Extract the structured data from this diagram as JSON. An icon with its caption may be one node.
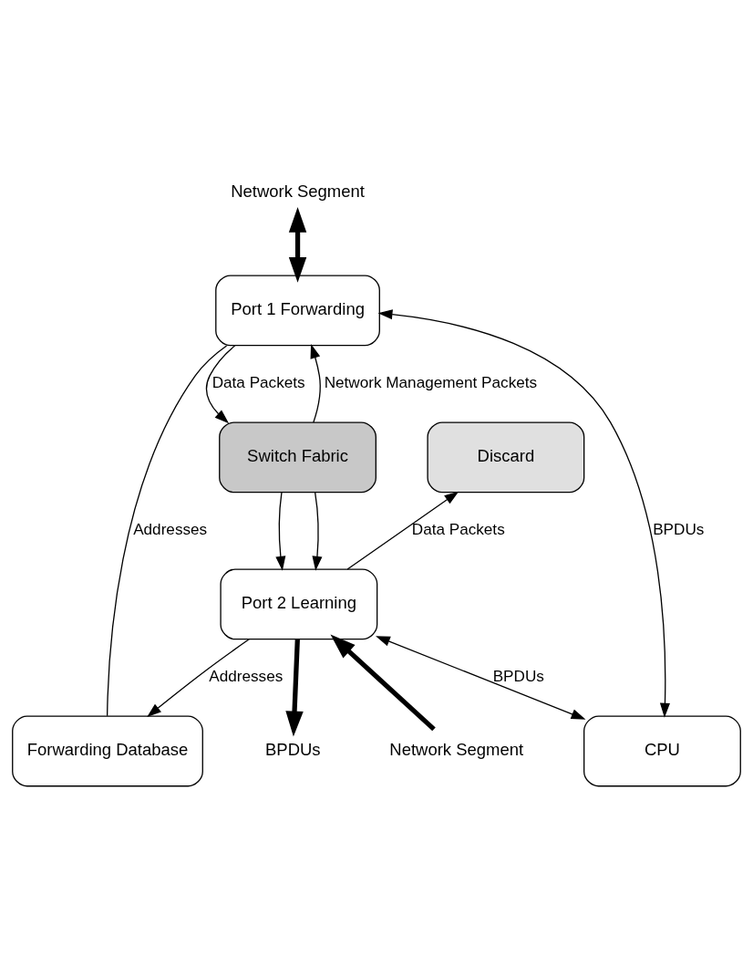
{
  "diagram": {
    "nodes": [
      {
        "text": [
          "Network Segment"
        ]
      },
      {
        "text": [
          "Port 1 Forwarding"
        ]
      },
      {
        "text": [
          "Forwarding Database"
        ]
      },
      {
        "text": [
          "CPU"
        ]
      },
      {
        "text": [
          "Switch Fabric"
        ]
      },
      {
        "text": [
          "Discard"
        ]
      },
      {
        "text": [
          "Port 2 Learning"
        ]
      },
      {
        "text": [
          "BPDUs"
        ]
      },
      {
        "text": [
          "Network Segment"
        ]
      }
    ],
    "edges": [
      {
        "from": 0,
        "to": 1,
        "arrow": "both",
        "style": "thick"
      },
      {
        "from": 1,
        "to": 2,
        "arrow": "none",
        "label": "Addresses"
      },
      {
        "from": 1,
        "to": 3,
        "arrow": "both",
        "label": "BPDUs"
      },
      {
        "from": 4,
        "to": 1,
        "arrow": "to",
        "label": "Network Management Packets"
      },
      {
        "from": 1,
        "to": 4,
        "arrow": "to",
        "label": "Data Packets"
      },
      {
        "from": 6,
        "to": 2,
        "arrow": "to",
        "label": "Addresses"
      },
      {
        "from": 6,
        "to": 3,
        "arrow": "both",
        "label": "BPDUs"
      },
      {
        "from": 6,
        "to": 5,
        "arrow": "to",
        "label": "Data Packets"
      },
      {
        "from": 4,
        "to": 6,
        "arrow": "to"
      },
      {
        "from": 4,
        "to": 6,
        "arrow": "to"
      },
      {
        "from": 6,
        "to": 7,
        "arrow": "to",
        "style": "thick"
      },
      {
        "from": 8,
        "to": 6,
        "arrow": "to",
        "style": "thick"
      }
    ]
  }
}
